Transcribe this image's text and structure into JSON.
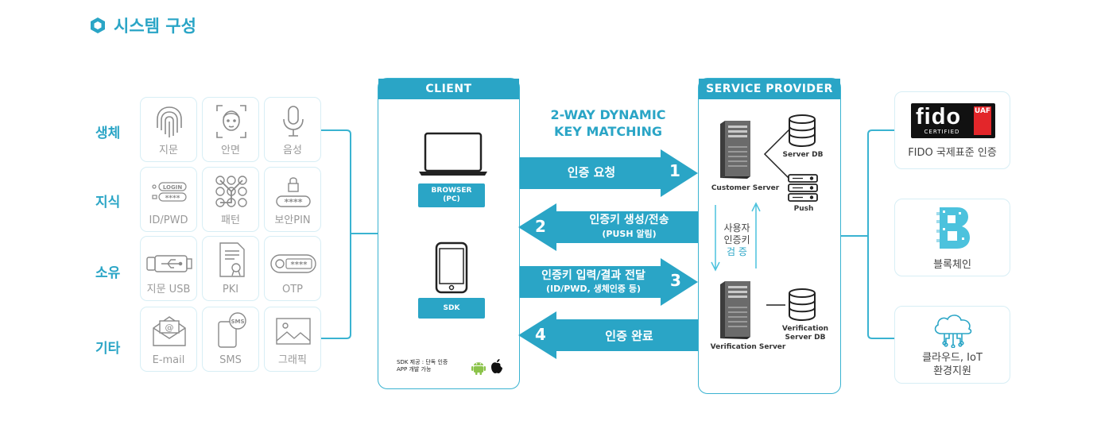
{
  "title": "시스템 구성",
  "categories": [
    "생체",
    "지식",
    "소유",
    "기타"
  ],
  "auth_methods": [
    {
      "label": "지문",
      "icon": "fingerprint-icon"
    },
    {
      "label": "안면",
      "icon": "face-icon"
    },
    {
      "label": "음성",
      "icon": "microphone-icon"
    },
    {
      "label": "ID/PWD",
      "icon": "login-password-icon",
      "login_text": "LOGIN",
      "pwd_text": "****"
    },
    {
      "label": "패턴",
      "icon": "pattern-lock-icon"
    },
    {
      "label": "보안PIN",
      "icon": "pin-lock-icon",
      "pin_text": "****"
    },
    {
      "label": "지문 USB",
      "icon": "usb-icon"
    },
    {
      "label": "PKI",
      "icon": "certificate-icon"
    },
    {
      "label": "OTP",
      "icon": "otp-token-icon",
      "otp_text": "****"
    },
    {
      "label": "E-mail",
      "icon": "email-icon"
    },
    {
      "label": "SMS",
      "icon": "sms-phone-icon",
      "sms_text": "SMS"
    },
    {
      "label": "그래픽",
      "icon": "image-icon"
    }
  ],
  "client": {
    "header": "CLIENT",
    "browser_label": [
      "BROWSER",
      "(PC)"
    ],
    "sdk_label": "SDK",
    "note": [
      "SDK 제공 : 단독 인증",
      "APP 개발 가능"
    ],
    "platform_icons": [
      "android-icon",
      "apple-icon"
    ]
  },
  "matching_title": [
    "2-WAY DYNAMIC",
    "KEY MATCHING"
  ],
  "flows": [
    {
      "label": "인증 요청",
      "sub": "",
      "num": "1"
    },
    {
      "label": "인증키 생성/전송",
      "sub": "(PUSH 알림)",
      "num": "2"
    },
    {
      "label": "인증키 입력/결과 전달",
      "sub": "(ID/PWD, 생체인증 등)",
      "num": "3"
    },
    {
      "label": "인증 완료",
      "sub": "",
      "num": "4"
    }
  ],
  "service_provider": {
    "header": "SERVICE PROVIDER",
    "customer_server": "Customer Server",
    "server_db": "Server DB",
    "push": "Push",
    "verify_text": [
      "사용자",
      "인증키",
      "검 증"
    ],
    "verification_server": "Verification Server",
    "verification_db": [
      "Verification",
      "Server DB"
    ]
  },
  "features": {
    "fido_logo_text": "fido",
    "fido_certified": "CERTIFIED",
    "fido_uaf": "UAF",
    "fido_label": "FIDO 국제표준 인증",
    "blockchain_label": "블록체인",
    "cloud_label": [
      "클라우드, IoT",
      "환경지원"
    ]
  },
  "colors": {
    "accent": "#2aa5c6",
    "tile_border": "#d7eef5",
    "fido_red": "#e3262a"
  }
}
